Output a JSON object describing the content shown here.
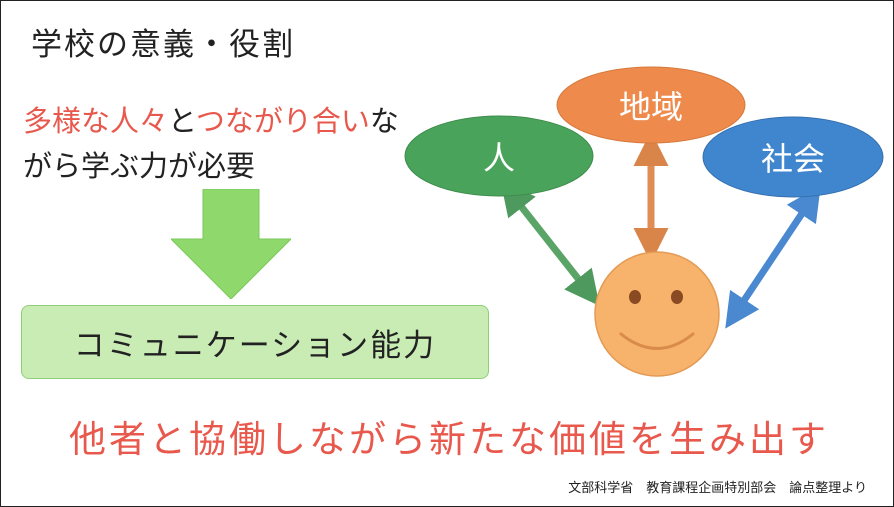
{
  "title": "学校の意義・役割",
  "lead": {
    "part1": "多様な人々",
    "part2": "と",
    "part3": "つながり合い",
    "part4": "ながら学ぶ力が必要"
  },
  "competency": "コミュニケーション能力",
  "main_message": "他者と協働しながら新たな価値を生み出す",
  "source": "文部科学省　教育課程企画特別部会　論点整理より",
  "nodes": {
    "person": {
      "label": "人",
      "color": "#4aa35a"
    },
    "region": {
      "label": "地域",
      "color": "#ed8a4c"
    },
    "society": {
      "label": "社会",
      "color": "#3f86cf"
    }
  },
  "colors": {
    "accent_red": "#e8584c",
    "green_arrow": "#8ed86c",
    "face": "#f7b36b"
  },
  "icons": {
    "center": "smiley-face-icon"
  }
}
